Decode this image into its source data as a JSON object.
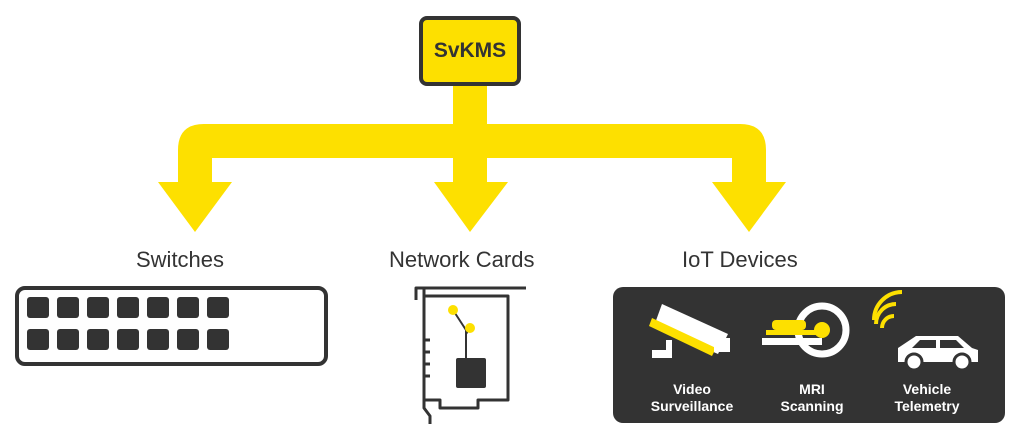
{
  "root": {
    "label": "SvKMS"
  },
  "categories": [
    {
      "label": "Switches"
    },
    {
      "label": "Network Cards"
    },
    {
      "label": "IoT Devices"
    }
  ],
  "iot_devices": [
    {
      "line1": "Video",
      "line2": "Surveillance",
      "icon": "security-camera-icon"
    },
    {
      "line1": "MRI",
      "line2": "Scanning",
      "icon": "mri-scanner-icon"
    },
    {
      "line1": "Vehicle",
      "line2": "Telemetry",
      "icon": "connected-car-icon"
    }
  ],
  "colors": {
    "accent": "#fde000",
    "dark": "#333333",
    "white": "#ffffff"
  }
}
